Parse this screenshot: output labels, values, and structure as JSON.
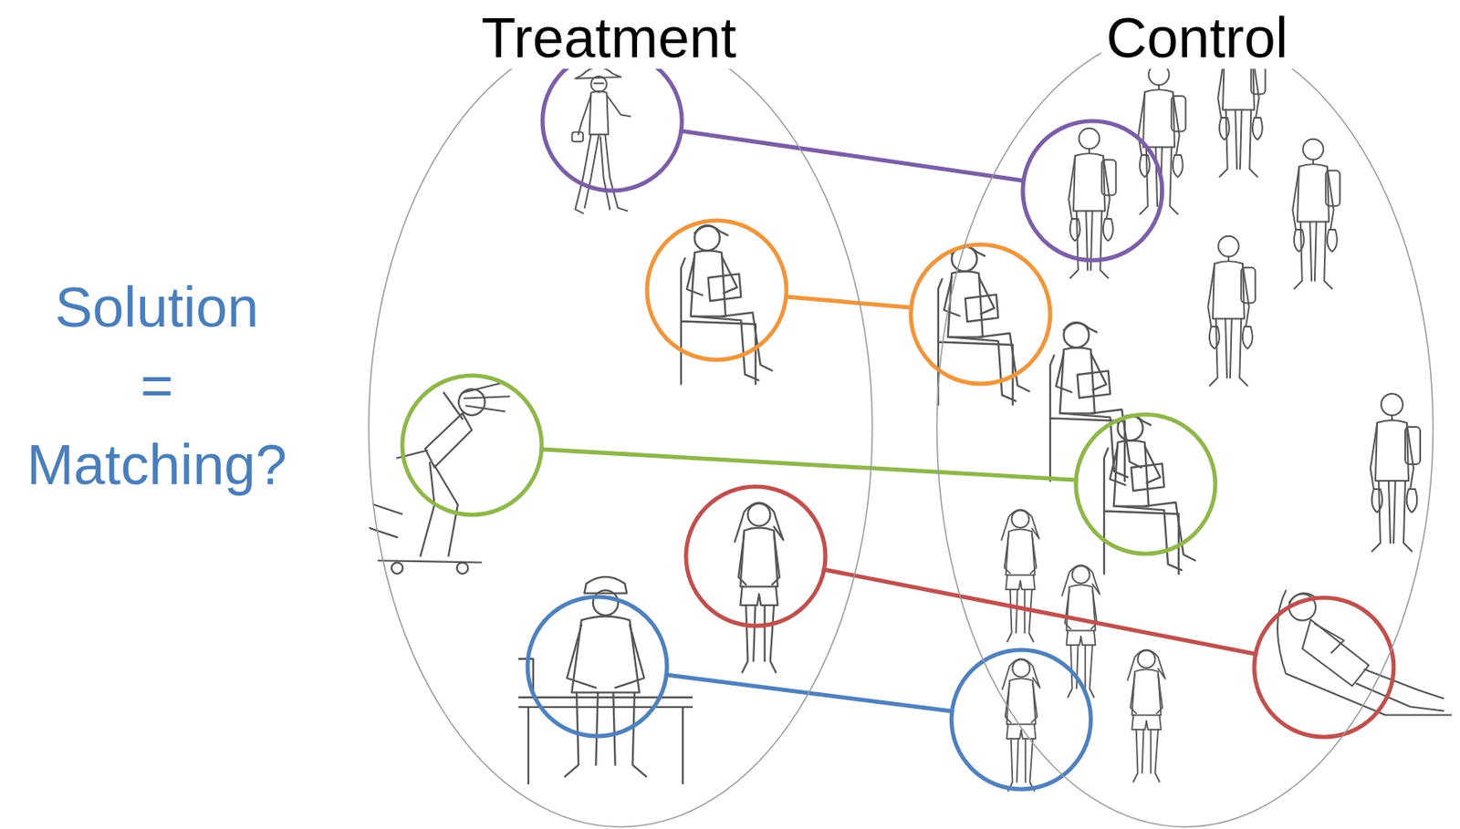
{
  "diagram": {
    "nodes": [
      {
        "text": [
          "Treatment"
        ]
      },
      {
        "text": [
          "Control"
        ]
      }
    ],
    "labels": [
      "Solution = Matching?"
    ]
  }
}
